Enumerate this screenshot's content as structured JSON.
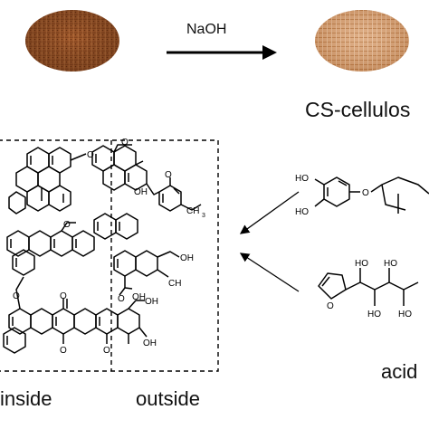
{
  "top": {
    "reagent_label": "NaOH",
    "product_label": "CS-cellulos"
  },
  "scheme": {
    "inside_label": "inside",
    "outside_label": "outside",
    "acid_label": "acid"
  },
  "chem_labels": {
    "oh": "OH",
    "ho": "HO",
    "o": "O",
    "ch3": "CH",
    "sub3": "3"
  },
  "colors": {
    "brown_disc": "#a0562b",
    "light_disc": "#d49a6a",
    "ink": "#000000"
  }
}
